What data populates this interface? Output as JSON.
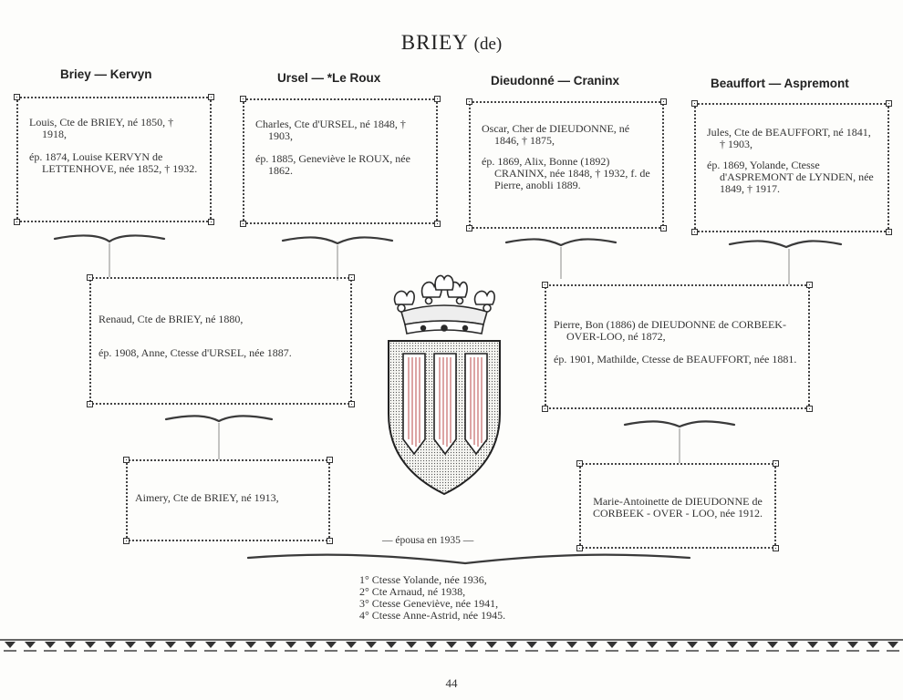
{
  "title": {
    "main": "BRIEY",
    "suffix": "(de)"
  },
  "couples": {
    "c1": "Briey — Kervyn",
    "c2": "Ursel — *Le Roux",
    "c3": "Dieudonné — Craninx",
    "c4": "Beauffort — Aspremont"
  },
  "boxes": {
    "louis": {
      "p1": "Louis, Cte de BRIEY, né 1850, † 1918,",
      "p2": "ép. 1874, Louise KERVYN de LETTENHOVE, née 1852, † 1932."
    },
    "charles": {
      "p1": "Charles, Cte d'URSEL, né 1848, † 1903,",
      "p2": "ép. 1885, Geneviève le ROUX, née 1862."
    },
    "oscar": {
      "p1": "Oscar, Cher de DIEUDONNE, né 1846, † 1875,",
      "p2": "ép. 1869, Alix, Bonne (1892) CRANINX, née 1848, † 1932, f. de Pierre, anobli 1889."
    },
    "jules": {
      "p1": "Jules, Cte de BEAUFFORT, né 1841, † 1903,",
      "p2": "ép. 1869, Yolande, Ctesse d'ASPREMONT de LYNDEN, née 1849, † 1917."
    },
    "renaud": {
      "p1": "Renaud, Cte de BRIEY, né 1880,",
      "p2": "ép. 1908, Anne, Ctesse d'URSEL, née 1887."
    },
    "pierre": {
      "p1": "Pierre, Bon (1886) de DIEUDONNE de CORBEEK-OVER-LOO, né 1872,",
      "p2": "ép. 1901, Mathilde, Ctesse de BEAUFFORT, née 1881."
    },
    "aimery": {
      "p1": "Aimery, Cte de BRIEY, né 1913,"
    },
    "marie": {
      "p1": "Marie-Antoinette de DIEUDONNE de CORBEEK - OVER - LOO, née 1912."
    }
  },
  "married": "— épousa en 1935 —",
  "children": [
    "1° Ctesse Yolande, née 1936,",
    "2° Cte Arnaud, né 1938,",
    "3° Ctesse Geneviève, née 1941,",
    "4° Ctesse Anne-Astrid, née 1945."
  ],
  "page_number": "44"
}
